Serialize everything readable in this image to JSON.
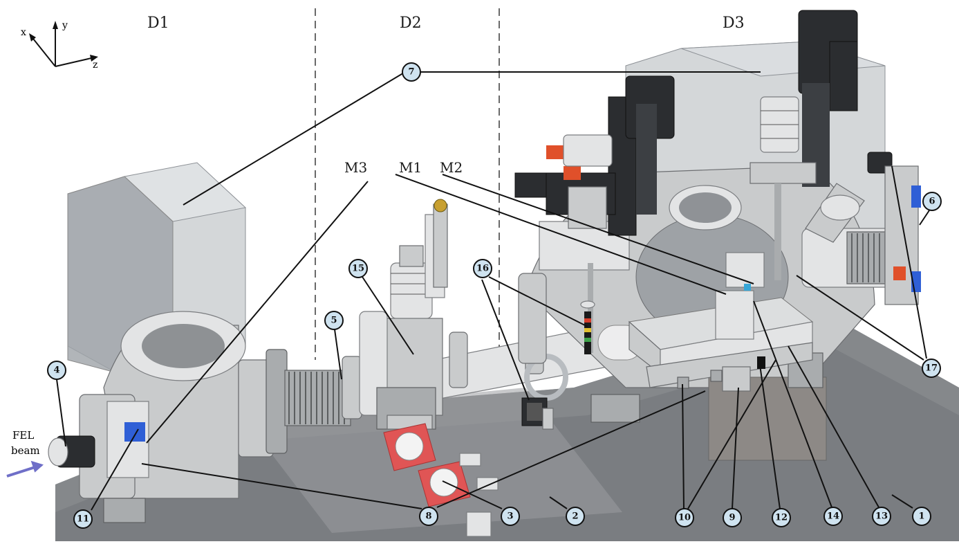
{
  "axes": {
    "x": "x",
    "y": "y",
    "z": "z"
  },
  "regions": [
    "D1",
    "D2",
    "D3"
  ],
  "mirror_labels": [
    "M3",
    "M1",
    "M2"
  ],
  "beam_label_lines": [
    "FEL",
    "beam"
  ],
  "callouts": [
    "1",
    "2",
    "3",
    "4",
    "5",
    "6",
    "7",
    "8",
    "9",
    "10",
    "11",
    "12",
    "13",
    "14",
    "15",
    "16",
    "17"
  ],
  "colors": {
    "badge_fill": "#cfe3f0",
    "beam_arrow": "#6f6fc8",
    "red_parts": "#e05555",
    "table": "#6e7175"
  }
}
